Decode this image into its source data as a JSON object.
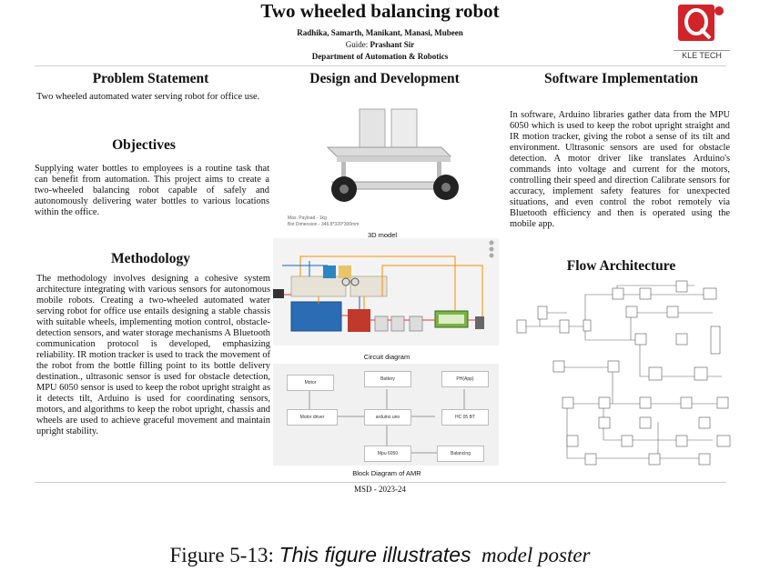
{
  "header": {
    "title": "Two wheeled balancing robot",
    "authors": "Radhika, Samarth, Manikant, Manasi, Mubeen",
    "guide_label": "Guide: ",
    "guide_name": "Prashant Sir",
    "department": "Department of Automation & Robotics",
    "logo_text": "KLE TECH"
  },
  "col1": {
    "problem_heading": "Problem Statement",
    "problem_text": "Two wheeled automated water serving robot for office use.",
    "objectives_heading": "Objectives",
    "objectives_text": "Supplying water bottles to employees is a routine task that can benefit from automation. This project aims to create a two-wheeled balancing robot capable of safely and autonomously delivering water bottles to various locations within the office.",
    "methodology_heading": "Methodology",
    "methodology_text": "The methodology involves designing a cohesive system architecture integrating with various sensors for autonomous mobile robots. Creating a two-wheeled automated water serving robot for office use entails designing a stable chassis with suitable wheels, implementing motion control, obstacle-detection sensors, and water storage mechanisms A Bluetooth communication protocol is developed, emphasizing reliability. IR motion tracker is used to track the movement of the robot from the bottle filling point to its bottle delivery destination., ultrasonic sensor is used for obstacle detection, MPU 6050 sensor is used to keep the robot upright straight as it detects tilt, Arduino is used for coordinating sensors, motors, and algorithms to keep the robot upright, chassis and wheels are used to achieve graceful movement and maintain upright stability."
  },
  "col2": {
    "heading": "Design and Development",
    "model_note1": "Max. Payload - 1kg",
    "model_note2": "Bot Dimension - 346.8*320*300mm",
    "model_caption": "3D model",
    "circuit_caption": "Circuit diagram",
    "block_caption": "Block Diagram of AMR",
    "blocks": {
      "motor": "Motor",
      "battery": "Battery",
      "phone": "PH(App)",
      "motor_driver": "Motor driver",
      "arduino": "arduino uno",
      "hc05": "HC 05 BT",
      "mpu": "Mpu 6050",
      "balancing": "Balancing"
    }
  },
  "col3": {
    "software_heading": "Software Implementation",
    "software_text": "In software, Arduino libraries gather data from the MPU 6050 which is used to keep the robot upright straight and IR motion tracker, giving the robot a sense of its tilt and environment. Ultrasonic sensors are used for obstacle detection. A motor driver like translates Arduino's commands into voltage and current for the motors, controlling their speed and direction Calibrate sensors for accuracy, implement safety features for unexpected situations, and even control the robot remotely via Bluetooth efficiency and then is operated using the mobile app.",
    "flow_heading": "Flow Architecture"
  },
  "footer": {
    "code": "MSD - 2023-24"
  },
  "figure_caption": {
    "number": "Figure 5-13: ",
    "text1": "This figure illustrates",
    "text2": "model poster"
  },
  "colors": {
    "logo_red": "#d2232a",
    "board_blue": "#2a6db4",
    "breadboard": "#e6e2d6"
  }
}
